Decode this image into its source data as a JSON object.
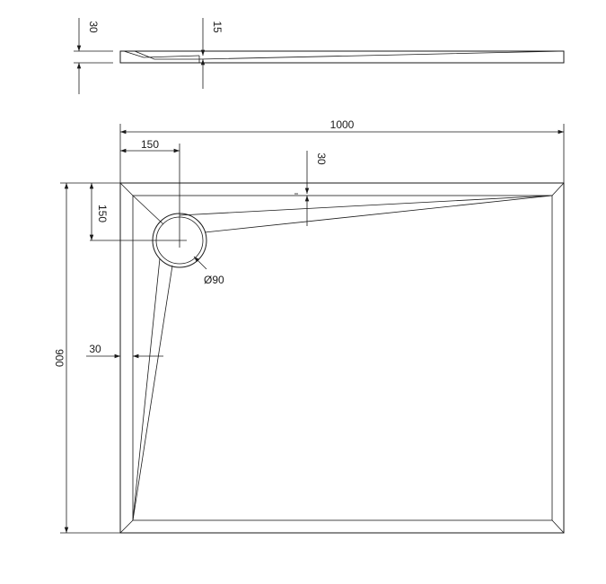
{
  "side_view": {
    "thickness_label": "30",
    "drain_depth_label": "15"
  },
  "top_view": {
    "width_label": "1000",
    "drain_x_offset_label": "150",
    "slope_drop_label": "30",
    "drain_y_offset_label": "150",
    "drain_diameter_label": "Ø90",
    "rim_width_label": "30",
    "length_label": "900"
  }
}
